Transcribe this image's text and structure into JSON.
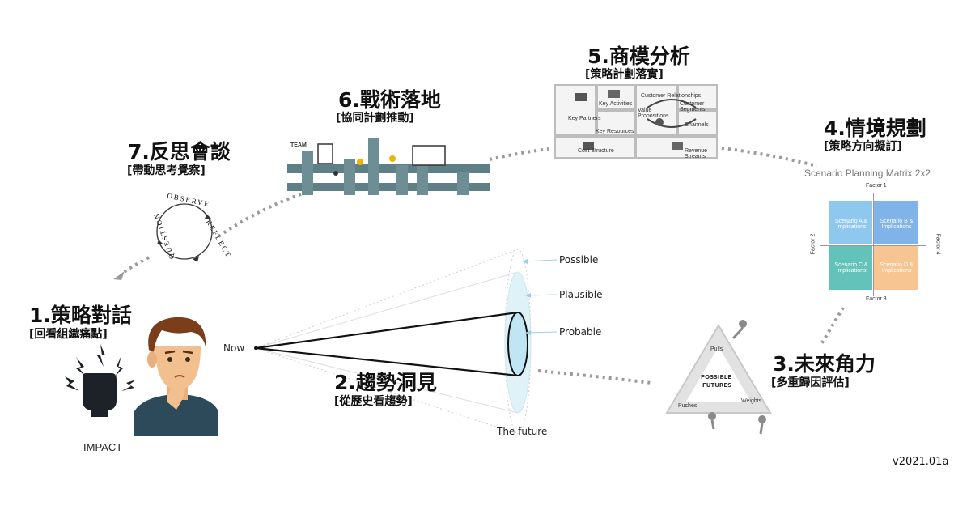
{
  "steps": {
    "s1": {
      "title": "1.策略對話",
      "sub": "[回看組織痛點]"
    },
    "s2": {
      "title": "2.趨勢洞見",
      "sub": "[從歷史看趨勢]"
    },
    "s3": {
      "title": "3.未來角力",
      "sub": "[多重歸因評估]"
    },
    "s4": {
      "title": "4.情境規劃",
      "sub": "[策略方向擬訂]"
    },
    "s5": {
      "title": "5.商模分析",
      "sub": "[策略計劃落實]"
    },
    "s6": {
      "title": "6.戰術落地",
      "sub": "[協同計劃推動]"
    },
    "s7": {
      "title": "7.反思會談",
      "sub": "[帶動思考覺察]"
    }
  },
  "impact_label": "IMPACT",
  "cone": {
    "now": "Now",
    "possible": "Possible",
    "plausible": "Plausible",
    "probable": "Probable",
    "future": "The future"
  },
  "reflect_words": {
    "observe": "OBSERVE",
    "reflect": "REFLECT",
    "question": "QUESTION"
  },
  "futures": {
    "center1": "POSSIBLE",
    "center2": "FUTURES",
    "pulls": "Pulls",
    "pushes": "Pushes",
    "weights": "Weights"
  },
  "matrix": {
    "title": "Scenario Planning Matrix 2x2",
    "factor1": "Factor 1",
    "factor2": "Factor 2",
    "factor3": "Factor 3",
    "factor4": "Factor 4",
    "q1": "Scenario A & Implications",
    "q2": "Scenario B & Implications",
    "q3": "Scenario C & Implications",
    "q4": "Scenario D & Implications"
  },
  "team_label": "TEAM",
  "canvas": {
    "partners": "Key Partners",
    "activities": "Key Activities",
    "resources": "Key Resources",
    "value": "Value Propositions",
    "relationships": "Customer Relationships",
    "channels": "Channels",
    "segments": "Customer Segments",
    "cost": "Cost Structure",
    "revenue": "Revenue Streams"
  },
  "version": "v2021.01a",
  "colors": {
    "q1": "#8ec8ef",
    "q2": "#7fb3ea",
    "q3": "#63c2b9",
    "q4": "#f6c592",
    "cone": "#dff2f8",
    "connector": "#9a9a9a"
  }
}
